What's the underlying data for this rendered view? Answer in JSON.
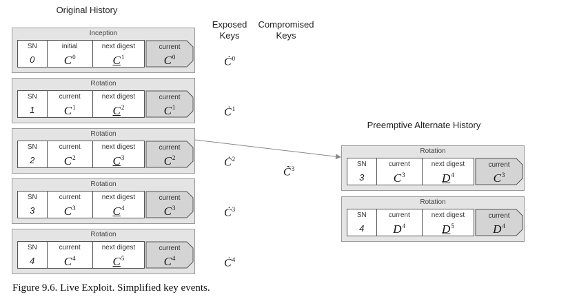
{
  "headers": {
    "original": "Original History",
    "exposed": "Exposed\nKeys",
    "compromised": "Compromised\nKeys",
    "alternate": "Preemptive Alternate History"
  },
  "original_events": [
    {
      "title": "Inception",
      "sn_label": "SN",
      "sn": "0",
      "c1_label": "initial",
      "c1": "C",
      "c1_sup": "0",
      "c2_label": "next digest",
      "c2": "C",
      "c2_sup": "1",
      "cur_label": "current",
      "cur": "C",
      "cur_sup": "0"
    },
    {
      "title": "Rotation",
      "sn_label": "SN",
      "sn": "1",
      "c1_label": "current",
      "c1": "C",
      "c1_sup": "1",
      "c2_label": "next digest",
      "c2": "C",
      "c2_sup": "2",
      "cur_label": "current",
      "cur": "C",
      "cur_sup": "1"
    },
    {
      "title": "Rotation",
      "sn_label": "SN",
      "sn": "2",
      "c1_label": "current",
      "c1": "C",
      "c1_sup": "2",
      "c2_label": "next digest",
      "c2": "C",
      "c2_sup": "3",
      "cur_label": "current",
      "cur": "C",
      "cur_sup": "2"
    },
    {
      "title": "Rotation",
      "sn_label": "SN",
      "sn": "3",
      "c1_label": "current",
      "c1": "C",
      "c1_sup": "3",
      "c2_label": "next digest",
      "c2": "C",
      "c2_sup": "4",
      "cur_label": "current",
      "cur": "C",
      "cur_sup": "3"
    },
    {
      "title": "Rotation",
      "sn_label": "SN",
      "sn": "4",
      "c1_label": "current",
      "c1": "C",
      "c1_sup": "4",
      "c2_label": "next digest",
      "c2": "C",
      "c2_sup": "5",
      "cur_label": "current",
      "cur": "C",
      "cur_sup": "4"
    }
  ],
  "alternate_events": [
    {
      "title": "Rotation",
      "sn_label": "SN",
      "sn": "3",
      "c1_label": "current",
      "c1": "C",
      "c1_sup": "3",
      "c2_label": "next digest",
      "c2": "D",
      "c2_sup": "4",
      "cur_label": "current",
      "cur": "C",
      "cur_sup": "3"
    },
    {
      "title": "Rotation",
      "sn_label": "SN",
      "sn": "4",
      "c1_label": "current",
      "c1": "D",
      "c1_sup": "4",
      "c2_label": "next digest",
      "c2": "D",
      "c2_sup": "5",
      "cur_label": "current",
      "cur": "D",
      "cur_sup": "4"
    }
  ],
  "exposed_keys": [
    {
      "base": "Ċ",
      "sup": "0"
    },
    {
      "base": "Ċ",
      "sup": "1"
    },
    {
      "base": "Ċ",
      "sup": "2"
    },
    {
      "base": "Ċ",
      "sup": "3"
    },
    {
      "base": "Ċ",
      "sup": "4"
    }
  ],
  "compromised_keys": [
    {
      "base": "C̃",
      "sup": "3"
    }
  ],
  "caption": "Figure 9.6.  Live Exploit. Simplified key events.",
  "colors": {
    "box_fill": "#e4e4e4",
    "current_fill": "#d4d4d4",
    "arrow": "#888888"
  }
}
